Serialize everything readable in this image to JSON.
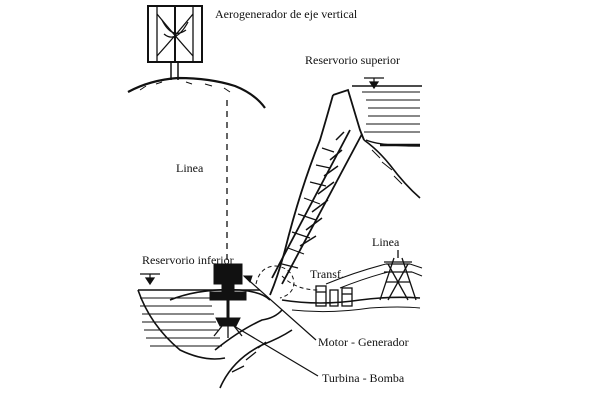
{
  "labels": {
    "wind_turbine": "Aerogenerador de eje vertical",
    "upper_reservoir": "Reservorio superior",
    "line_left": "Linea",
    "line_right": "Linea",
    "lower_reservoir": "Reservorio inferior",
    "transformer": "Transf.",
    "motor_generator": "Motor - Generador",
    "turbine_pump": "Turbina - Bomba"
  },
  "colors": {
    "ink": "#111111",
    "background": "#ffffff"
  }
}
